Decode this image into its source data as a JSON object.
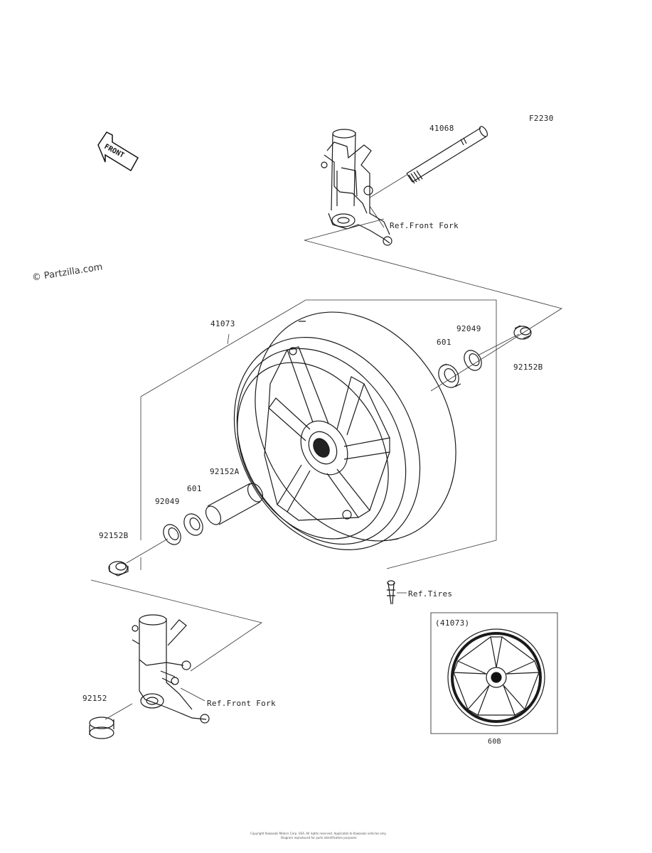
{
  "diagram_code": "F2230",
  "watermark": "© Partzilla.com",
  "direction_arrow": {
    "label": "FRONT"
  },
  "parts": {
    "axle": "41068",
    "wheel": "41073",
    "bearing_right": "601",
    "seal_right": "92049",
    "collar_right": "92152B",
    "spacer": "92152A",
    "bearing_left": "601",
    "seal_left": "92049",
    "collar_left": "92152B",
    "collar_lower": "92152"
  },
  "references": {
    "front_fork_upper": "Ref.Front Fork",
    "front_fork_lower": "Ref.Front Fork",
    "tires": "Ref.Tires"
  },
  "inset": {
    "title": "(41073)",
    "caption": "60B"
  },
  "footer": {
    "line1": "Copyright Kawasaki Motors Corp. USA. All rights reserved. Applicable to Kawasaki vehicles only.",
    "line2": "Diagram reproduced for parts identification purposes"
  }
}
